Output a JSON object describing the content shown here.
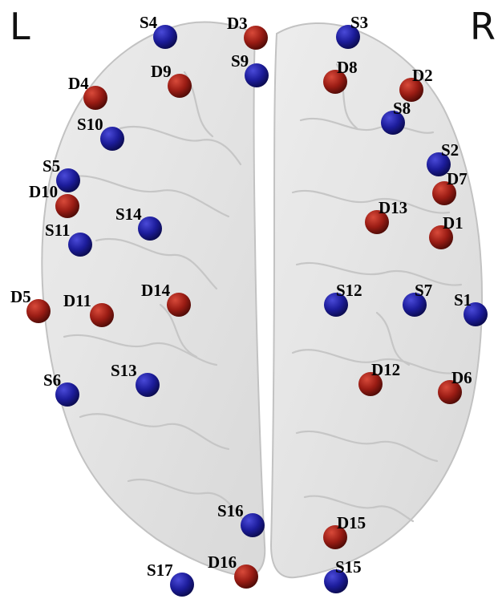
{
  "hemisphere_labels": {
    "left": "L",
    "right": "R"
  },
  "colors": {
    "source": "#1a1a8c",
    "detector": "#8c1a1a",
    "brain": "#e2e2e2"
  },
  "optodes": [
    {
      "id": "S1",
      "kind": "source"
    },
    {
      "id": "S2",
      "kind": "source"
    },
    {
      "id": "S3",
      "kind": "source"
    },
    {
      "id": "S4",
      "kind": "source"
    },
    {
      "id": "S5",
      "kind": "source"
    },
    {
      "id": "S6",
      "kind": "source"
    },
    {
      "id": "S7",
      "kind": "source"
    },
    {
      "id": "S8",
      "kind": "source"
    },
    {
      "id": "S9",
      "kind": "source"
    },
    {
      "id": "S10",
      "kind": "source"
    },
    {
      "id": "S11",
      "kind": "source"
    },
    {
      "id": "S12",
      "kind": "source"
    },
    {
      "id": "S13",
      "kind": "source"
    },
    {
      "id": "S14",
      "kind": "source"
    },
    {
      "id": "S15",
      "kind": "source"
    },
    {
      "id": "S16",
      "kind": "source"
    },
    {
      "id": "S17",
      "kind": "source"
    },
    {
      "id": "D1",
      "kind": "detector"
    },
    {
      "id": "D2",
      "kind": "detector"
    },
    {
      "id": "D3",
      "kind": "detector"
    },
    {
      "id": "D4",
      "kind": "detector"
    },
    {
      "id": "D5",
      "kind": "detector"
    },
    {
      "id": "D6",
      "kind": "detector"
    },
    {
      "id": "D7",
      "kind": "detector"
    },
    {
      "id": "D8",
      "kind": "detector"
    },
    {
      "id": "D9",
      "kind": "detector"
    },
    {
      "id": "D10",
      "kind": "detector"
    },
    {
      "id": "D11",
      "kind": "detector"
    },
    {
      "id": "D12",
      "kind": "detector"
    },
    {
      "id": "D13",
      "kind": "detector"
    },
    {
      "id": "D14",
      "kind": "detector"
    },
    {
      "id": "D15",
      "kind": "detector"
    },
    {
      "id": "D16",
      "kind": "detector"
    }
  ]
}
